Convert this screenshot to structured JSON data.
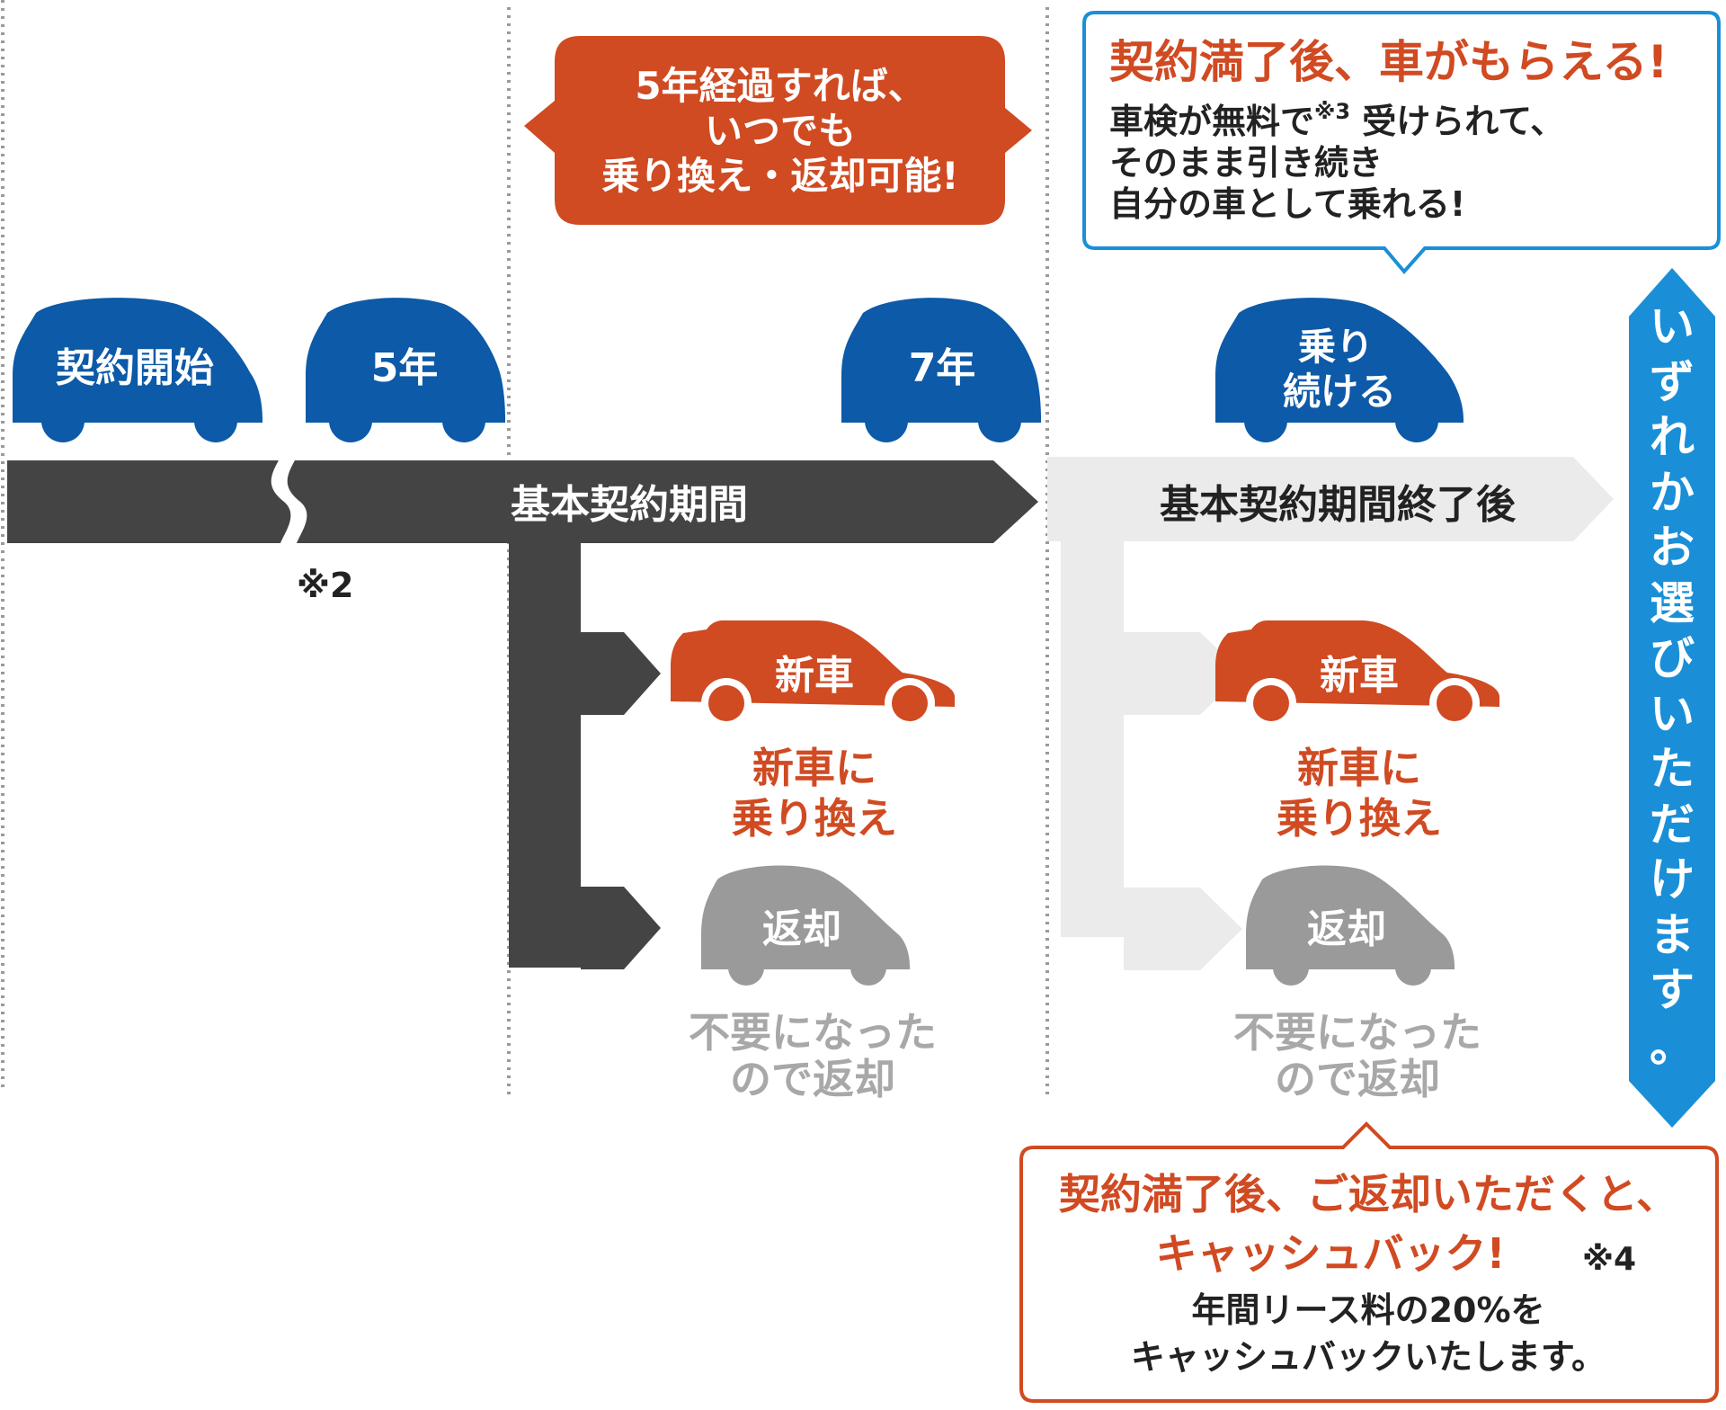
{
  "colors": {
    "blue": "#0c5aa8",
    "red": "#d04a22",
    "dark": "#444444",
    "light": "#ebebeb",
    "gray_car": "#9a9a9a",
    "gray_text": "#a8a8a8",
    "side_arrow": "#1a8fd8"
  },
  "timeline": {
    "car_start": "契約開始",
    "car_5y": "5年",
    "car_7y": "7年",
    "car_continue_1": "乗り",
    "car_continue_2": "続ける",
    "note_2": "※2",
    "bar_main": "基本契約期間",
    "bar_after": "基本契約期間終了後"
  },
  "bubble_5y": {
    "line1": "5年経過すれば、",
    "line2": "いつでも",
    "line3": "乗り換え・返却可能!"
  },
  "callout_keep": {
    "title": "契約満了後、車がもらえる!",
    "line1_a": "車検が無料で",
    "line1_note": "※3",
    "line1_b": " 受けられて、",
    "line2": "そのまま引き続き",
    "line3": "自分の車として乗れる!"
  },
  "branch_mid": {
    "new_car": "新車",
    "new_caption_1": "新車に",
    "new_caption_2": "乗り換え",
    "return_car": "返却",
    "return_caption_1": "不要になった",
    "return_caption_2": "ので返却"
  },
  "branch_right": {
    "new_car": "新車",
    "new_caption_1": "新車に",
    "new_caption_2": "乗り換え",
    "return_car": "返却",
    "return_caption_1": "不要になった",
    "return_caption_2": "ので返却"
  },
  "side_arrow": {
    "text": "いずれかお選びいただけます。"
  },
  "callout_cashback": {
    "title_1": "契約満了後、ご返却いただくと、",
    "title_2": "キャッシュバック!",
    "note": "※4",
    "line1": "年間リース料の20%を",
    "line2": "キャッシュバックいたします。"
  }
}
